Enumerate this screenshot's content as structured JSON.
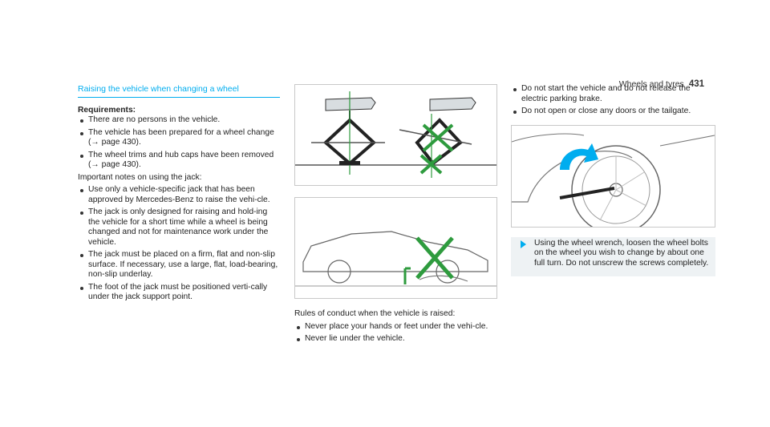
{
  "header": {
    "section": "Wheels and tyres",
    "page": "431"
  },
  "col1": {
    "title": "Raising the vehicle when changing a wheel",
    "requirements_label": "Requirements:",
    "requirements": [
      "There are no persons in the vehicle.",
      "The vehicle has been prepared for a wheel change (→ page 430).",
      "The wheel trims and hub caps have been removed (→ page 430)."
    ],
    "notes_intro": "Important notes on using the jack:",
    "notes": [
      "Use only a vehicle-specific jack that has been approved by Mercedes-Benz to raise the vehi-cle.",
      "The jack is only designed for raising and hold-ing the vehicle for a short time while a wheel is being changed and not for maintenance work under the vehicle.",
      "The jack must be placed on a firm, flat and non-slip surface. If necessary, use a large, flat, load-bearing, non-slip underlay.",
      "The foot of the jack must be positioned verti-cally under the jack support point."
    ]
  },
  "col2": {
    "conduct_intro": "Rules of conduct when the vehicle is raised:",
    "conduct": [
      "Never place your hands or feet under the vehi-cle.",
      "Never lie under the vehicle."
    ]
  },
  "col3": {
    "bullets": [
      "Do not start the vehicle and do not release the electric parking brake.",
      "Do not open or close any doors or the tailgate."
    ],
    "step": "Using the wheel wrench, loosen the wheel bolts on the wheel you wish to change by about one full turn. Do not unscrew the screws completely."
  },
  "colors": {
    "accent": "#00adef",
    "warning": "#2e9b3e"
  }
}
